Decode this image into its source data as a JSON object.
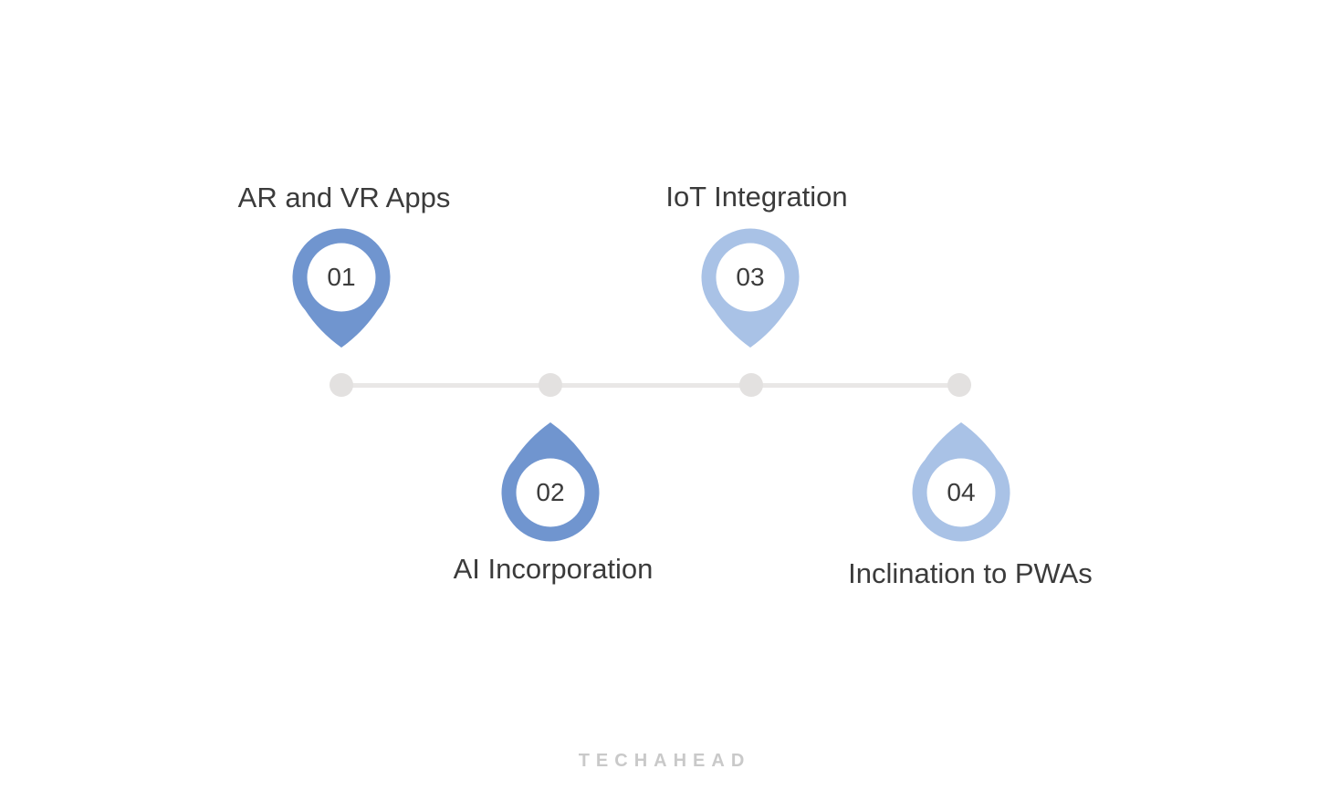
{
  "diagram": {
    "watermark": "TECHAHEAD",
    "colors": {
      "pin_dark_blue": "#7095cf",
      "pin_light_blue": "#a9c2e6",
      "label_text": "#3b3b3b",
      "timeline_line": "#e9e7e6",
      "timeline_dot": "#e3e1e0",
      "watermark_gray": "#c9c9c9"
    },
    "items": [
      {
        "number": "01",
        "label": "AR and VR Apps",
        "position": "above",
        "color": "#7095cf"
      },
      {
        "number": "02",
        "label": "AI Incorporation",
        "position": "below",
        "color": "#7095cf"
      },
      {
        "number": "03",
        "label": "IoT Integration",
        "position": "above",
        "color": "#a9c2e6"
      },
      {
        "number": "04",
        "label": "Inclination to PWAs",
        "position": "below",
        "color": "#a9c2e6"
      }
    ]
  }
}
